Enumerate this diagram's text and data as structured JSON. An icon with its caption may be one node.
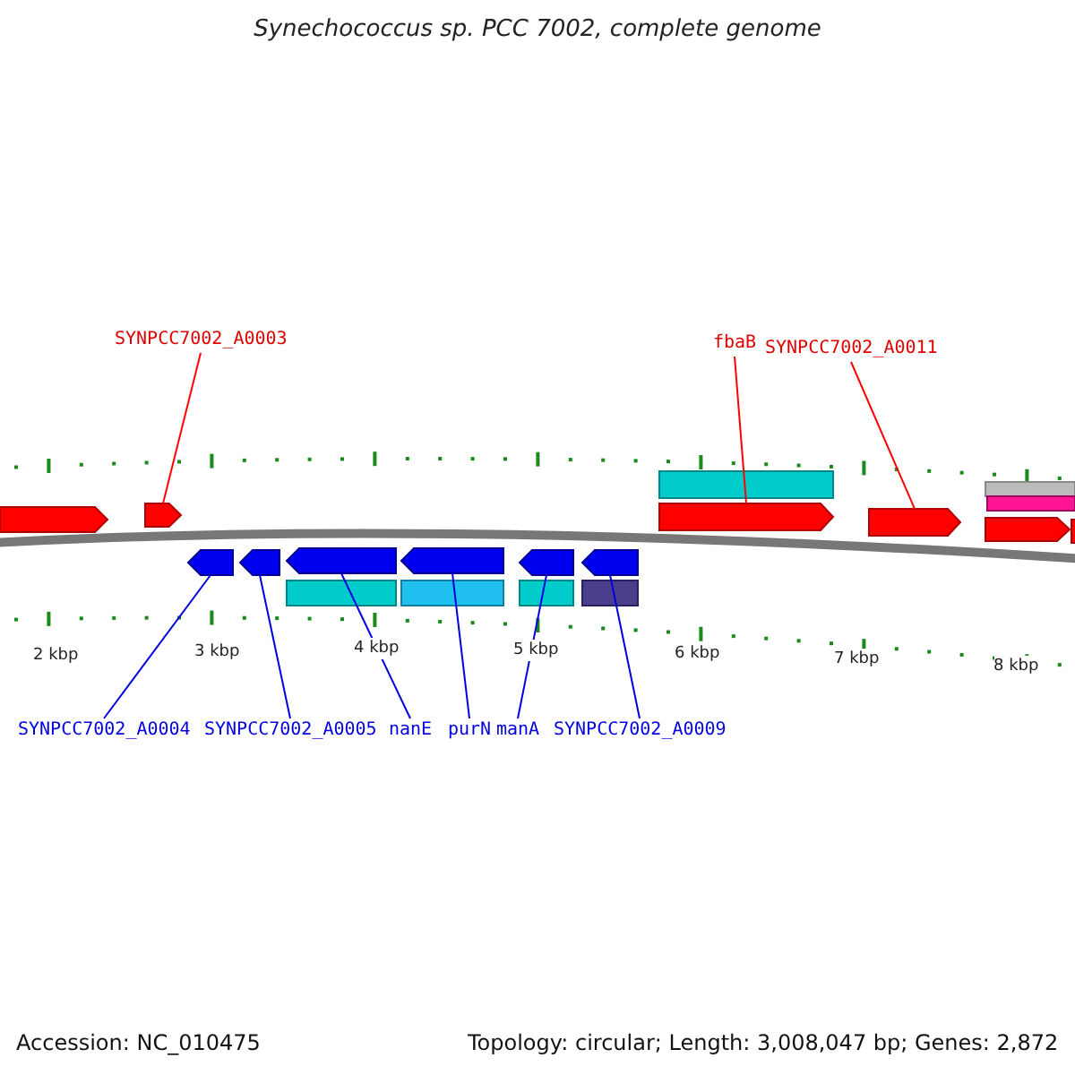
{
  "diagram": {
    "title": "Synechococcus sp. PCC 7002, complete genome",
    "nodes": [
      {
        "text": [
          "SYNPCC7002_A0003"
        ]
      },
      {
        "text": [
          "fbaB"
        ]
      },
      {
        "text": [
          "SYNPCC7002_A0011"
        ]
      },
      {
        "text": [],
        "shape": "arrow"
      },
      {
        "text": [],
        "shape": "arrow"
      },
      {
        "text": [],
        "shape": "arrow"
      },
      {
        "text": [],
        "shape": "arrow"
      },
      {
        "text": [],
        "shape": "arrow"
      },
      {
        "text": [],
        "shape": "arrow"
      },
      {
        "text": [],
        "shape": "arrow"
      },
      {
        "text": [],
        "shape": "arrow"
      },
      {
        "text": [],
        "shape": "arrow"
      },
      {
        "text": [
          "SYNPCC7002_A0004"
        ]
      },
      {
        "text": [
          "SYNPCC7002_A0005"
        ]
      },
      {
        "text": [
          "nanE"
        ]
      },
      {
        "text": [
          "purN"
        ]
      },
      {
        "text": [
          "manA"
        ]
      },
      {
        "text": [
          "SYNPCC7002_A0009"
        ]
      },
      {
        "text": [],
        "shape": "arrow"
      },
      {
        "text": [],
        "shape": "bar"
      },
      {
        "text": [],
        "shape": "bar"
      },
      {
        "text": [],
        "shape": "bar"
      },
      {
        "text": [],
        "shape": "arrow"
      },
      {
        "text": [],
        "shape": "arrow"
      },
      {
        "text": [],
        "shape": "bar"
      },
      {
        "text": [],
        "shape": "bar"
      },
      {
        "text": [],
        "shape": "bar"
      },
      {
        "text": [],
        "shape": "bar"
      }
    ],
    "edges": [
      {
        "from": 0,
        "to": 3,
        "arrow": "none",
        "color": "#ff0000"
      },
      {
        "from": 1,
        "to": 4,
        "arrow": "none",
        "color": "#ff0000"
      },
      {
        "from": 2,
        "to": 5,
        "arrow": "none",
        "color": "#ff0000"
      },
      {
        "from": 12,
        "to": 6,
        "arrow": "none"
      },
      {
        "from": 13,
        "to": 7,
        "arrow": "none"
      },
      {
        "from": 14,
        "to": 8,
        "arrow": "none"
      },
      {
        "from": 15,
        "to": 9,
        "arrow": "none"
      },
      {
        "from": 16,
        "to": 10,
        "arrow": "none"
      },
      {
        "from": 17,
        "to": 11,
        "arrow": "none"
      }
    ],
    "labels": [
      "2 kbp",
      "3 kbp",
      "4 kbp",
      "5 kbp",
      "6 kbp",
      "7 kbp",
      "8 kbp",
      "Accession: NC_010475",
      "Topology: circular; Length: 3,008,047 bp; Genes: 2,872"
    ]
  }
}
